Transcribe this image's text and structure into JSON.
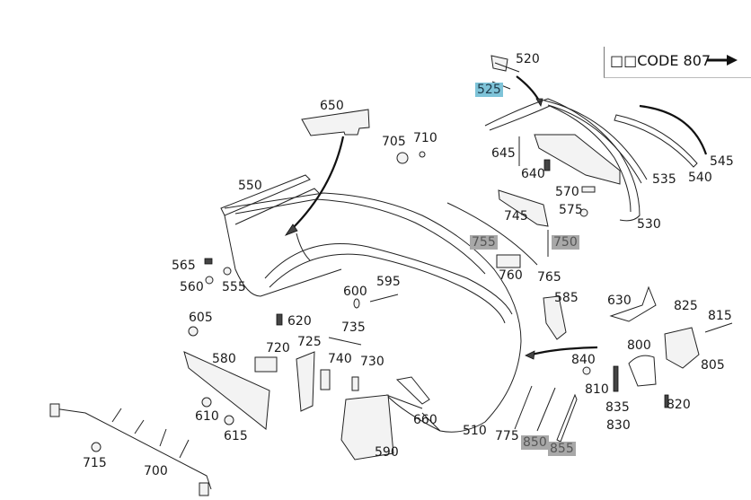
{
  "diagram": {
    "type": "exploded-parts-view",
    "subject": "rear bumper assembly",
    "code_note": {
      "text": "□□CODE 807",
      "arrow_icon": "arrow-right-icon"
    },
    "highlight_colors": {
      "selected_blue": "#7ec3d8",
      "unavailable_grey": "#a8a8a8"
    },
    "parts": [
      {
        "id": "520",
        "label": "520",
        "highlight": "none"
      },
      {
        "id": "525",
        "label": "525",
        "highlight": "blue"
      },
      {
        "id": "530",
        "label": "530",
        "highlight": "none"
      },
      {
        "id": "535",
        "label": "535",
        "highlight": "none"
      },
      {
        "id": "540",
        "label": "540",
        "highlight": "none"
      },
      {
        "id": "545",
        "label": "545",
        "highlight": "none"
      },
      {
        "id": "550",
        "label": "550",
        "highlight": "none"
      },
      {
        "id": "555",
        "label": "555",
        "highlight": "none"
      },
      {
        "id": "560",
        "label": "560",
        "highlight": "none"
      },
      {
        "id": "565",
        "label": "565",
        "highlight": "none"
      },
      {
        "id": "570",
        "label": "570",
        "highlight": "none"
      },
      {
        "id": "575",
        "label": "575",
        "highlight": "none"
      },
      {
        "id": "580",
        "label": "580",
        "highlight": "none"
      },
      {
        "id": "585",
        "label": "585",
        "highlight": "none"
      },
      {
        "id": "590",
        "label": "590",
        "highlight": "none"
      },
      {
        "id": "595",
        "label": "595",
        "highlight": "none"
      },
      {
        "id": "600",
        "label": "600",
        "highlight": "none"
      },
      {
        "id": "605",
        "label": "605",
        "highlight": "none"
      },
      {
        "id": "610",
        "label": "610",
        "highlight": "none"
      },
      {
        "id": "615",
        "label": "615",
        "highlight": "none"
      },
      {
        "id": "620",
        "label": "620",
        "highlight": "none"
      },
      {
        "id": "630",
        "label": "630",
        "highlight": "none"
      },
      {
        "id": "640",
        "label": "640",
        "highlight": "none"
      },
      {
        "id": "645",
        "label": "645",
        "highlight": "none"
      },
      {
        "id": "650",
        "label": "650",
        "highlight": "none"
      },
      {
        "id": "660",
        "label": "660",
        "highlight": "none"
      },
      {
        "id": "700",
        "label": "700",
        "highlight": "none"
      },
      {
        "id": "705",
        "label": "705",
        "highlight": "none"
      },
      {
        "id": "710",
        "label": "710",
        "highlight": "none"
      },
      {
        "id": "715",
        "label": "715",
        "highlight": "none"
      },
      {
        "id": "720",
        "label": "720",
        "highlight": "none"
      },
      {
        "id": "725",
        "label": "725",
        "highlight": "none"
      },
      {
        "id": "730",
        "label": "730",
        "highlight": "none"
      },
      {
        "id": "735",
        "label": "735",
        "highlight": "none"
      },
      {
        "id": "740",
        "label": "740",
        "highlight": "none"
      },
      {
        "id": "745",
        "label": "745",
        "highlight": "none"
      },
      {
        "id": "750",
        "label": "750",
        "highlight": "grey"
      },
      {
        "id": "755",
        "label": "755",
        "highlight": "grey"
      },
      {
        "id": "760",
        "label": "760",
        "highlight": "none"
      },
      {
        "id": "765",
        "label": "765",
        "highlight": "none"
      },
      {
        "id": "775",
        "label": "775",
        "highlight": "none"
      },
      {
        "id": "800",
        "label": "800",
        "highlight": "none"
      },
      {
        "id": "805",
        "label": "805",
        "highlight": "none"
      },
      {
        "id": "810",
        "label": "810",
        "highlight": "none"
      },
      {
        "id": "815",
        "label": "815",
        "highlight": "none"
      },
      {
        "id": "820",
        "label": "820",
        "highlight": "none"
      },
      {
        "id": "825",
        "label": "825",
        "highlight": "none"
      },
      {
        "id": "830",
        "label": "830",
        "highlight": "none"
      },
      {
        "id": "835",
        "label": "835",
        "highlight": "none"
      },
      {
        "id": "840",
        "label": "840",
        "highlight": "none"
      },
      {
        "id": "850",
        "label": "850",
        "highlight": "grey"
      },
      {
        "id": "855",
        "label": "855",
        "highlight": "grey"
      },
      {
        "id": "510",
        "label": "510",
        "highlight": "none"
      }
    ]
  }
}
